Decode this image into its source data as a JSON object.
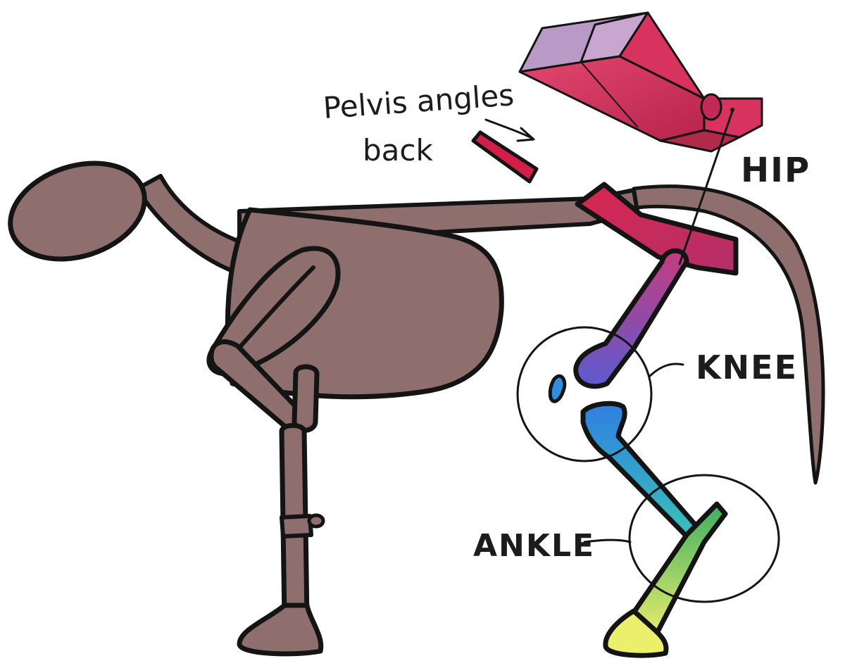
{
  "annotation": {
    "line1": "Pelvis angles",
    "line2": "back"
  },
  "labels": {
    "hip": "HIP",
    "knee": "KNEE",
    "ankle": "ANKLE"
  },
  "colors": {
    "body": "#8f6f6d",
    "pelvis": "#d8335f",
    "pelvis_top": "#b99ac7",
    "femur_top": "#c63c7c",
    "femur_bottom": "#6b55c8",
    "shin_top": "#2f8ed8",
    "shin_bottom": "#37c0c0",
    "foot_top": "#4cb86a",
    "foot_bottom": "#e7ee6a",
    "ink": "#141414"
  }
}
